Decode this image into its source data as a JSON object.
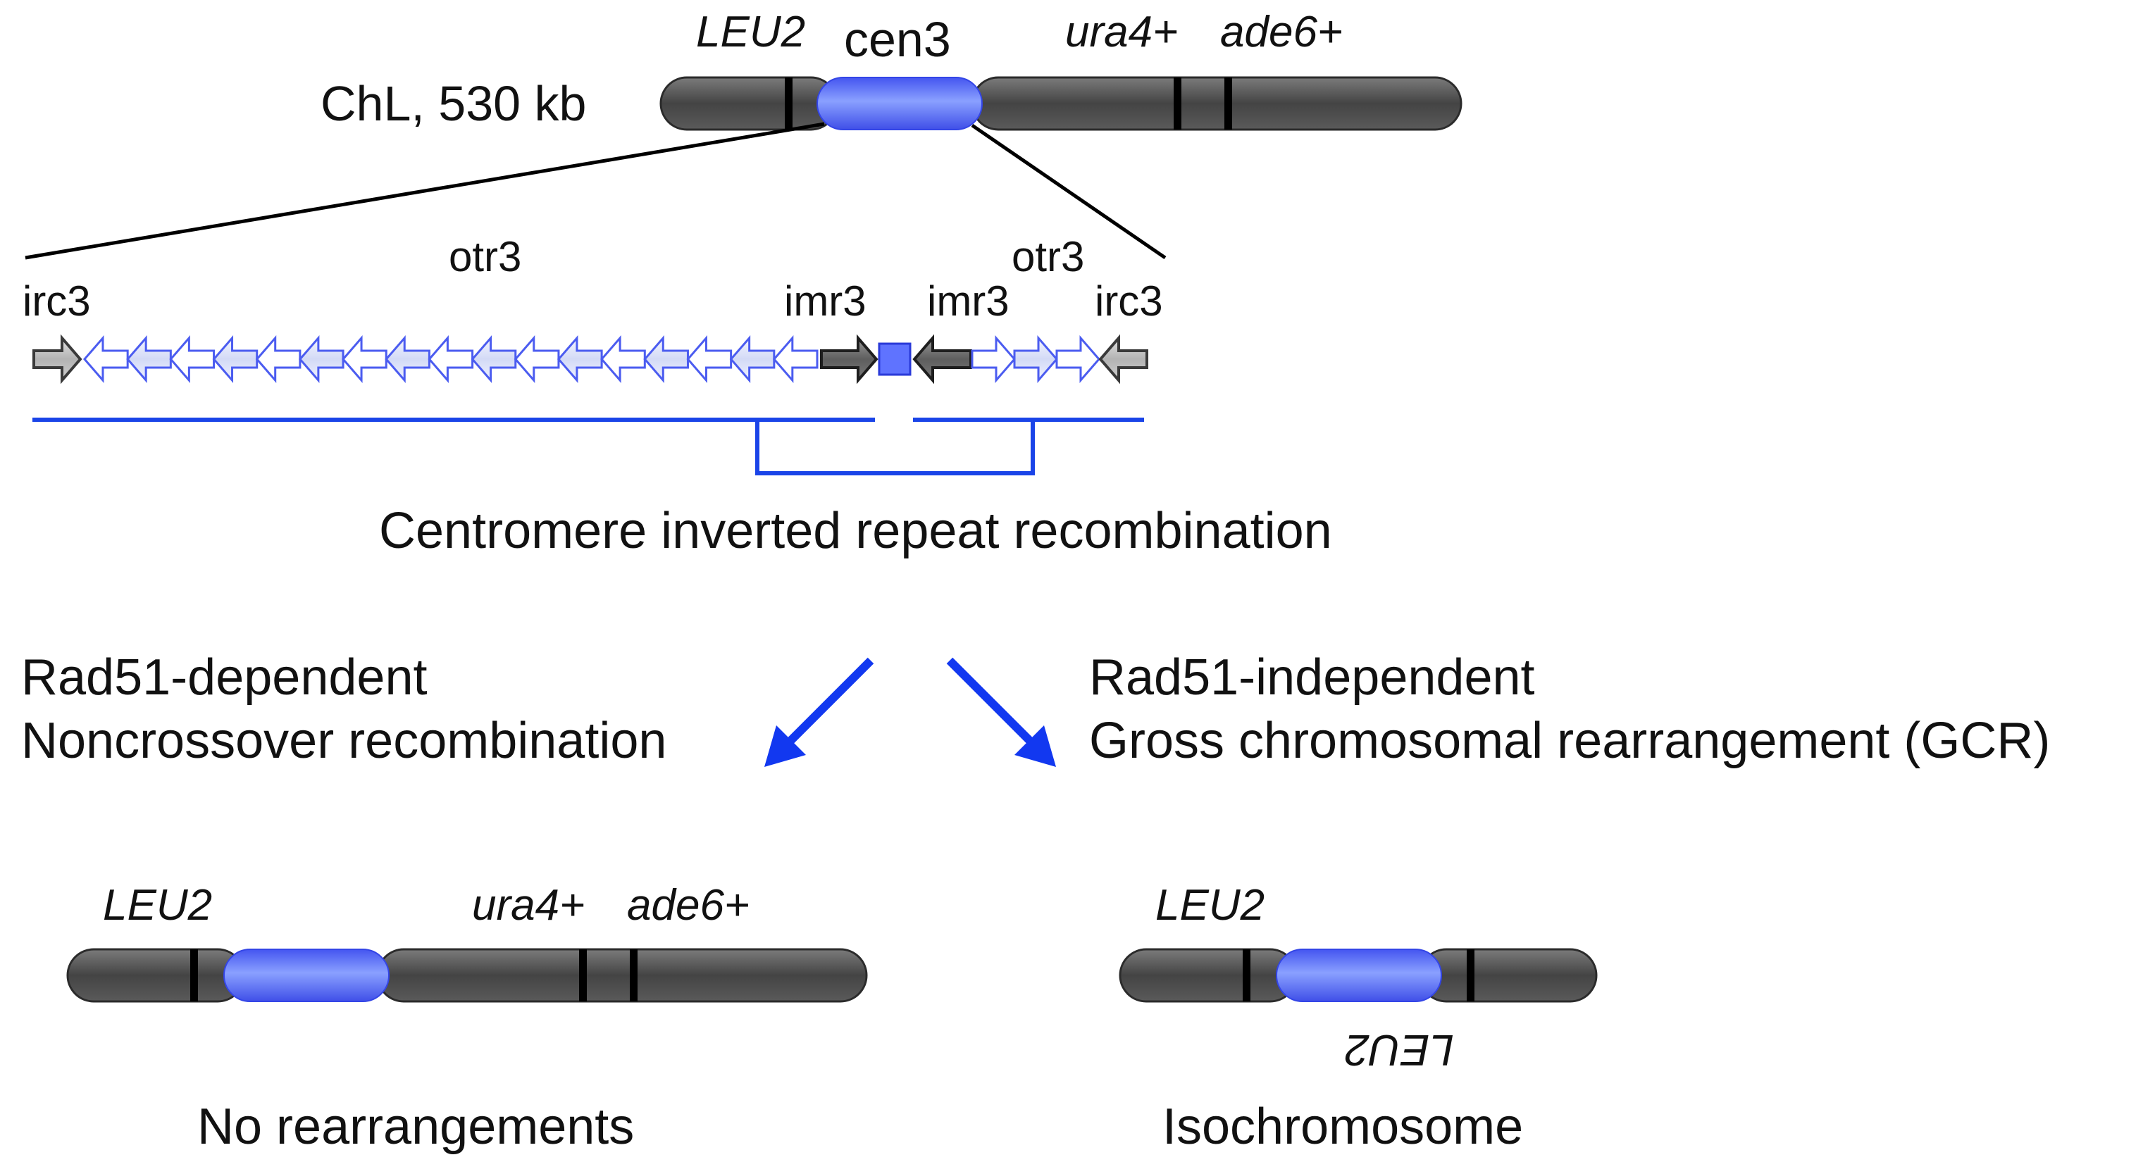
{
  "top_chromosome": {
    "name_label": "ChL, 530 kb",
    "left_gene": "LEU2",
    "centromere": "cen3",
    "right_gene_1": "ura4+",
    "right_gene_2": "ade6+"
  },
  "centromere_detail": {
    "otr_left": "otr3",
    "otr_right": "otr3",
    "irc_left": "irc3",
    "imr_left": "imr3",
    "imr_right": "imr3",
    "irc_right": "irc3",
    "left_otr_repeat_count": 17,
    "right_otr_repeat_count": 3,
    "colors": {
      "centromere_blue": "#5f73ff",
      "repeat_outline": "#4b5cf0",
      "repeat_fill": "#e2e7f8",
      "imr_fill": "#707070",
      "irc_fill": "#c6c6c6",
      "bracket": "#1a44e8"
    }
  },
  "recombination_title": "Centromere inverted repeat recombination",
  "pathways": {
    "left_line1": "Rad51-dependent",
    "left_line2": "Noncrossover recombination",
    "right_line1": "Rad51-independent",
    "right_line2": "Gross chromosomal rearrangement (GCR)",
    "arrow_color": "#1238f0"
  },
  "outcomes": {
    "left": {
      "gene_left": "LEU2",
      "gene_right_1": "ura4+",
      "gene_right_2": "ade6+",
      "caption": "No rearrangements"
    },
    "right": {
      "gene_top": "LEU2",
      "gene_bottom_mirrored": "LEU2",
      "caption": "Isochromosome"
    }
  }
}
